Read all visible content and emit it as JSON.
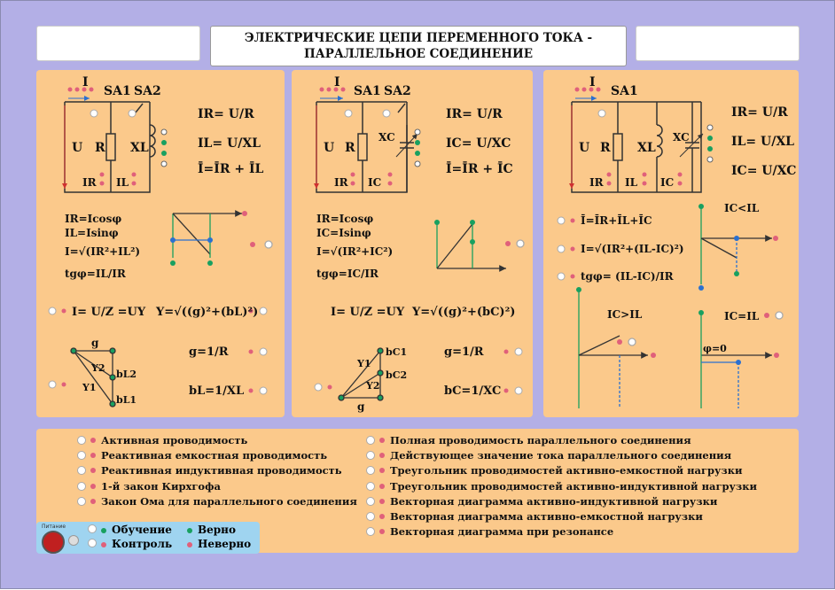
{
  "title": {
    "line1": "ЭЛЕКТРИЧЕСКИЕ ЦЕПИ ПЕРЕМЕННОГО ТОКА -",
    "line2": "ПАРАЛЛЕЛЬНОЕ СОЕДИНЕНИЕ"
  },
  "panel1": {
    "current": "I",
    "sa1": "SA1",
    "sa2": "SA2",
    "u": "U",
    "r": "R",
    "xl": "XL",
    "ir": "IR",
    "il": "IL",
    "f_ir": "IR= U/R",
    "f_il": "IL= U/XL",
    "f_sum": "Ī=ĪR + ĪL",
    "f_cos": "IR=Icosφ",
    "f_sin": "IL=Isinφ",
    "f_root": "I=√(IR²+IL²)",
    "f_tg": "tgφ=IL/IR",
    "f_ohm": "I= U/Z =UY",
    "f_y": "Y=√((g)²+(bL)²)",
    "f_g": "g=1/R",
    "f_b": "bL=1/XL",
    "tri_g": "g",
    "tri_y2": "Y2",
    "tri_y1": "Y1",
    "tri_bl2": "bL2",
    "tri_bl1": "bL1"
  },
  "panel2": {
    "current": "I",
    "sa1": "SA1",
    "sa2": "SA2",
    "u": "U",
    "r": "R",
    "xc": "XC",
    "ir": "IR",
    "ic": "IC",
    "f_ir": "IR= U/R",
    "f_ic": "IC= U/XC",
    "f_sum": "Ī=ĪR + ĪC",
    "f_cos": "IR=Icosφ",
    "f_sin": "IC=Isinφ",
    "f_root": "I=√(IR²+IC²)",
    "f_tg": "tgφ=IC/IR",
    "f_ohm": "I= U/Z =UY",
    "f_y": "Y=√((g)²+(bC)²)",
    "f_g": "g=1/R",
    "f_b": "bC=1/XC",
    "tri_g": "g",
    "tri_y1": "Y1",
    "tri_y2": "Y2",
    "tri_bc1": "bC1",
    "tri_bc2": "bC2"
  },
  "panel3": {
    "current": "I",
    "sa1": "SA1",
    "u": "U",
    "r": "R",
    "xl": "XL",
    "xc": "XC",
    "ir": "IR",
    "il": "IL",
    "ic": "IC",
    "f_ir": "IR= U/R",
    "f_il": "IL= U/XL",
    "f_ic": "IC= U/XC",
    "f_sum": "Ī=ĪR+ĪL+ĪC",
    "f_root": "I=√(IR²+(IL-IC)²)",
    "f_tg": "tgφ= (IL-IC)/IR",
    "cond1": "IC<IL",
    "cond2": "IC>IL",
    "cond3": "IC=IL",
    "phi0": "φ=0"
  },
  "legend_left": [
    "Активная проводимость",
    "Реактивная емкостная проводимость",
    "Реактивная индуктивная проводимость",
    "1-й закон Кирхгофа",
    "Закон Ома для параллельного соединения"
  ],
  "legend_right": [
    "Полная проводимость параллельного соединения",
    "Действующее значение тока параллельного соединения",
    "Треугольник проводимостей активно-емкостной нагрузки",
    "Треугольник проводимостей активно-индуктивной нагрузки",
    "Векторная диаграмма активно-индуктивной нагрузки",
    "Векторная диаграмма активно-емкостной нагрузки",
    "Векторная диаграмма при резонансе"
  ],
  "control": {
    "power": "Питание",
    "learn": "Обучение",
    "check": "Контроль",
    "right": "Верно",
    "wrong": "Неверно"
  },
  "colors": {
    "background": "#b3afe6",
    "panel": "#fbc98b",
    "control": "#9fd4f0",
    "red_dot": "#e0607a",
    "green_dot": "#18a060",
    "wire": "#333333"
  }
}
